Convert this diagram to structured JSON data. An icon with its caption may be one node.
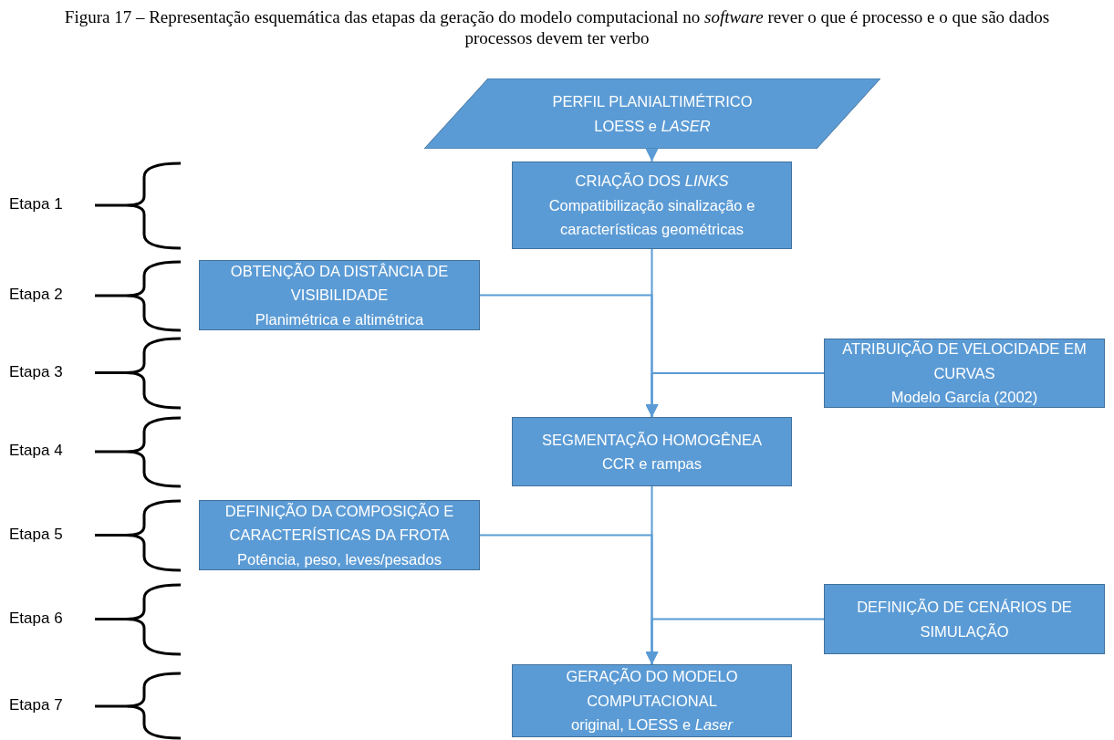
{
  "diagram": {
    "title": "Figura 17 – Representação esquemática das etapas da geração do modelo computacional no *software* rever o que é processo e o que são dados processos devem ter verbo",
    "nodes": [
      {
        "text": [
          "PERFIL PLANIALTIMÉTRICO",
          "LOESS e *LASER*"
        ]
      },
      {
        "text": [
          "CRIAÇÃO DOS *LINKS*",
          "Compatibilização sinalização e características geométricas"
        ]
      },
      {
        "text": [
          "OBTENÇÃO DA DISTÂNCIA DE VISIBILIDADE",
          "Planimétrica e altimétrica"
        ]
      },
      {
        "text": [
          "ATRIBUIÇÃO DE VELOCIDADE EM CURVAS",
          "Modelo García (2002)"
        ]
      },
      {
        "text": [
          "SEGMENTAÇÃO HOMOGÊNEA",
          "CCR e rampas"
        ]
      },
      {
        "text": [
          "DEFINIÇÃO DA COMPOSIÇÃO E CARACTERÍSTICAS DA FROTA",
          "Potência, peso, leves/pesados"
        ]
      },
      {
        "text": [
          "DEFINIÇÃO DE CENÁRIOS DE SIMULAÇÃO"
        ]
      },
      {
        "text": [
          "GERAÇÃO DO MODELO COMPUTACIONAL",
          "original, LOESS e *Laser*"
        ]
      }
    ],
    "edges": [
      {
        "from": 0,
        "to": 1,
        "arrow": "to"
      },
      {
        "from": 1,
        "to": 4,
        "arrow": "to"
      },
      {
        "from": 2,
        "to": 4,
        "arrow": "to"
      },
      {
        "from": 3,
        "to": 4,
        "arrow": "to"
      },
      {
        "from": 4,
        "to": 7,
        "arrow": "to"
      },
      {
        "from": 5,
        "to": 7,
        "arrow": "to"
      },
      {
        "from": 6,
        "to": 7,
        "arrow": "to"
      }
    ],
    "labels": [
      "Etapa 1",
      "Etapa 2",
      "Etapa 3",
      "Etapa 4",
      "Etapa 5",
      "Etapa 6",
      "Etapa 7"
    ]
  }
}
